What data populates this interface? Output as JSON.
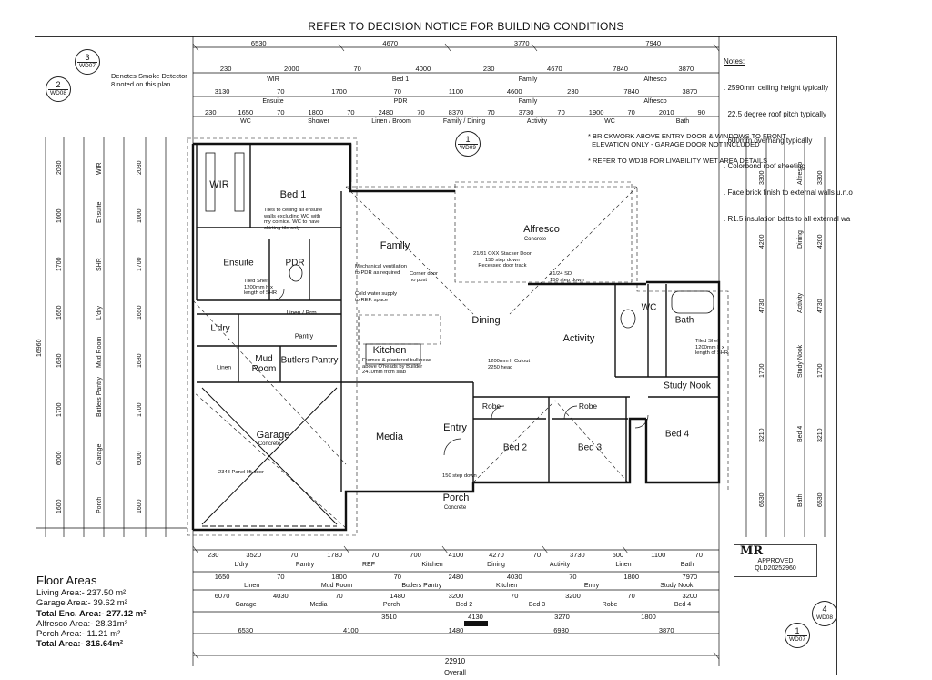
{
  "header": "REFER TO DECISION NOTICE FOR BUILDING CONDITIONS",
  "notes": {
    "title": "Notes:",
    "items": [
      ". 2590mm ceiling height typically",
      "  22.5 degree roof pitch typically",
      ". 600mm overhang typically",
      ". Colorbond roof sheeting",
      ". Face brick finish to external walls u.n.o",
      ". R1.5 insulation batts to all external wa"
    ]
  },
  "smoke_note": "Denotes Smoke Detector\n8 noted on this plan",
  "plan_notes": "* BRICKWORK ABOVE ENTRY DOOR & WINDOWS TO FRONT\n  ELEVATION ONLY - GARAGE DOOR NOT INCLUDED\n\n* REFER TO WD18 FOR LIVABILITY WET AREA DETAILS",
  "section_markers": [
    {
      "num": "3",
      "ref": "WD07"
    },
    {
      "num": "2",
      "ref": "WD08"
    },
    {
      "num": "1",
      "ref": "WD09"
    },
    {
      "num": "4",
      "ref": "WD08"
    },
    {
      "num": "1",
      "ref": "WD07"
    }
  ],
  "rooms": {
    "wir": "WIR",
    "bed1": "Bed 1",
    "ensuite": "Ensuite",
    "pdr": "PDR",
    "family": "Family",
    "alfresco": "Alfresco",
    "alfresco_sub": "Concrete",
    "dining": "Dining",
    "activity": "Activity",
    "wc": "WC",
    "bath": "Bath",
    "ldry": "L'dry",
    "linen_brm": "Linen / Brm.",
    "pantry": "Pantry",
    "kitchen": "Kitchen",
    "mud_room": "Mud\nRoom",
    "butlers": "Butlers Pantry",
    "linen": "Linen",
    "study_nook": "Study Nook",
    "garage": "Garage",
    "garage_sub": "Concrete",
    "media": "Media",
    "entry": "Entry",
    "robe1": "Robe",
    "robe2": "Robe",
    "bed2": "Bed 2",
    "bed3": "Bed 3",
    "bed4": "Bed 4",
    "porch": "Porch",
    "porch_sub": "Concrete"
  },
  "annotations": {
    "tiles": "Tiles to ceiling all ensuite\nwalls excluding WC with\nmy cornice. WC to have\nskirting tile only",
    "mech": "Mechanical ventilation\nto PDR as required",
    "corner": "Corner door\nno post",
    "cold": "Cold water supply\nto REF. space",
    "slider": "21/31 OXX Stacker Door\n150 step down\nRecessed door track",
    "slider2": "21/24 SD\n150 step down",
    "kitchen_note": "Framed & plastered bulkhead\nabove O'heads by Builder\n2410mm from slab",
    "tiled": "Tiled Shelf\n1200mm h x\nlength of SHR",
    "tiled2": "Tiled Shelf\n1200mm h x\nlength of SHR",
    "panel": "2348 Panel lift door",
    "cutout": "1200mm h Cutout\n2250 head",
    "stepdown": "150 step down"
  },
  "top_dims": {
    "row1": [
      "6530",
      "4670",
      "3770",
      "7940"
    ],
    "row2": [
      "230",
      "2000",
      "70",
      "4000",
      "230",
      "4670",
      "7840",
      "3870"
    ],
    "row2_labels": [
      "WIR",
      "Bed 1",
      "Family",
      "Alfresco"
    ],
    "row3": [
      "3130",
      "70",
      "1700",
      "70",
      "1100",
      "4600",
      "230",
      "7840",
      "3870"
    ],
    "row3_labels": [
      "Ensuite",
      "PDR",
      "Family",
      "Alfresco"
    ],
    "row4": [
      "230",
      "1650",
      "70",
      "1800",
      "70",
      "2480",
      "70",
      "8370",
      "70",
      "3730",
      "70",
      "1900",
      "70",
      "2010",
      "90"
    ],
    "row4_labels": [
      "WC",
      "Shower",
      "Linen / Broom",
      "Family / Dining",
      "Activity",
      "WC",
      "Bath"
    ]
  },
  "bottom_dims": {
    "row1": [
      "230",
      "3520",
      "70",
      "1780",
      "70",
      "700",
      "4100",
      "4270",
      "70",
      "3730",
      "600",
      "1100",
      "70"
    ],
    "row1_labels": [
      "L'dry",
      "Pantry",
      "REF",
      "Kitchen",
      "Dining",
      "Activity",
      "Linen",
      "Bath"
    ],
    "row2": [
      "1650",
      "70",
      "1800",
      "70",
      "2480",
      "4030",
      "70",
      "1800",
      "7970"
    ],
    "row2_labels": [
      "Linen",
      "Mud Room",
      "Butlers Pantry",
      "Kitchen",
      "Entry",
      "Study Nook"
    ],
    "row3": [
      "6070",
      "4030",
      "70",
      "1480",
      "3200",
      "70",
      "3200",
      "70",
      "3200"
    ],
    "row3_labels": [
      "Garage",
      "Media",
      "Porch",
      "Bed 2",
      "Bed 3",
      "Robe",
      "Bed 4"
    ],
    "row4": [
      "3510",
      "4130",
      "3270",
      "1800"
    ],
    "row5": [
      "6530",
      "4100",
      "1480",
      "6930",
      "3870"
    ],
    "overall": "22910",
    "overall_label": "Overall"
  },
  "left_dims": {
    "col_labels": [
      "WIR",
      "Ensuite",
      "SHR",
      "L'dry",
      "Mud Room",
      "Butlers Pantry",
      "Garage",
      "Porch"
    ],
    "col_values": [
      "2030",
      "1000",
      "1700",
      "1650",
      "1680",
      "1700",
      "6000",
      "1600"
    ],
    "overall": "16960"
  },
  "right_dims": {
    "col_labels": [
      "Alfresco",
      "Dining",
      "Activity",
      "Study Nook",
      "Bed 4",
      "Bath"
    ],
    "col_values": [
      "3300",
      "4200",
      "4730",
      "1700",
      "3210",
      "6530"
    ]
  },
  "floor_areas": {
    "title": "Floor Areas",
    "living": "Living Area:- 237.50 m²",
    "garage": "Garage Area:- 39.62 m²",
    "total_enc": "Total Enc. Area:- 277.12 m²",
    "alfresco": "Alfresco Area:- 28.31m²",
    "porch": "Porch  Area:- 11.21 m²",
    "total": "Total Area:- 316.64m²"
  },
  "stamp": {
    "logo": "MR",
    "approved": "APPROVED",
    "ref": "QLD20252960"
  }
}
